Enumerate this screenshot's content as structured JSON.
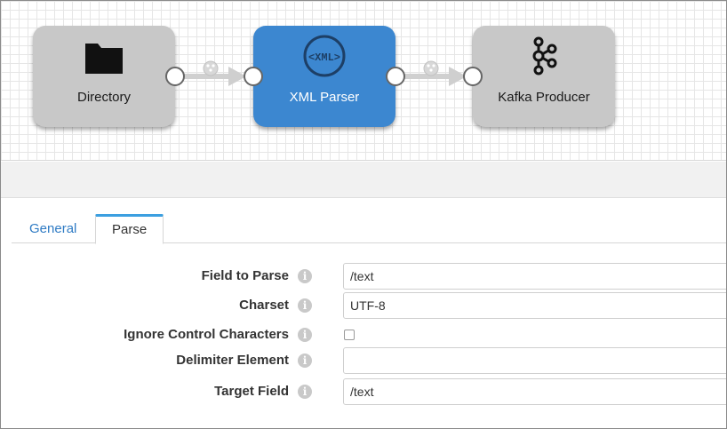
{
  "pipeline": {
    "stages": [
      {
        "label": "Directory",
        "icon": "folder-icon",
        "selected": false
      },
      {
        "label": "XML Parser",
        "icon": "xml-icon",
        "icon_text": "<XML>",
        "selected": true
      },
      {
        "label": "Kafka Producer",
        "icon": "kafka-icon",
        "selected": false
      }
    ]
  },
  "tabs": [
    {
      "label": "General",
      "active": false
    },
    {
      "label": "Parse",
      "active": true
    }
  ],
  "form": {
    "fields": [
      {
        "label": "Field to Parse",
        "value": "/text",
        "type": "text"
      },
      {
        "label": "Charset",
        "value": "UTF-8",
        "type": "text"
      },
      {
        "label": "Ignore Control Characters",
        "checked": false,
        "type": "checkbox"
      },
      {
        "label": "Delimiter Element",
        "value": "",
        "type": "text"
      },
      {
        "label": "Target Field",
        "value": "/text",
        "type": "text"
      }
    ],
    "info_glyph": "i"
  },
  "colors": {
    "selected_stage": "#3c87d0",
    "stage": "#c8c8c8",
    "tab_accent": "#3c9fe0",
    "link": "#2f7bc4"
  }
}
